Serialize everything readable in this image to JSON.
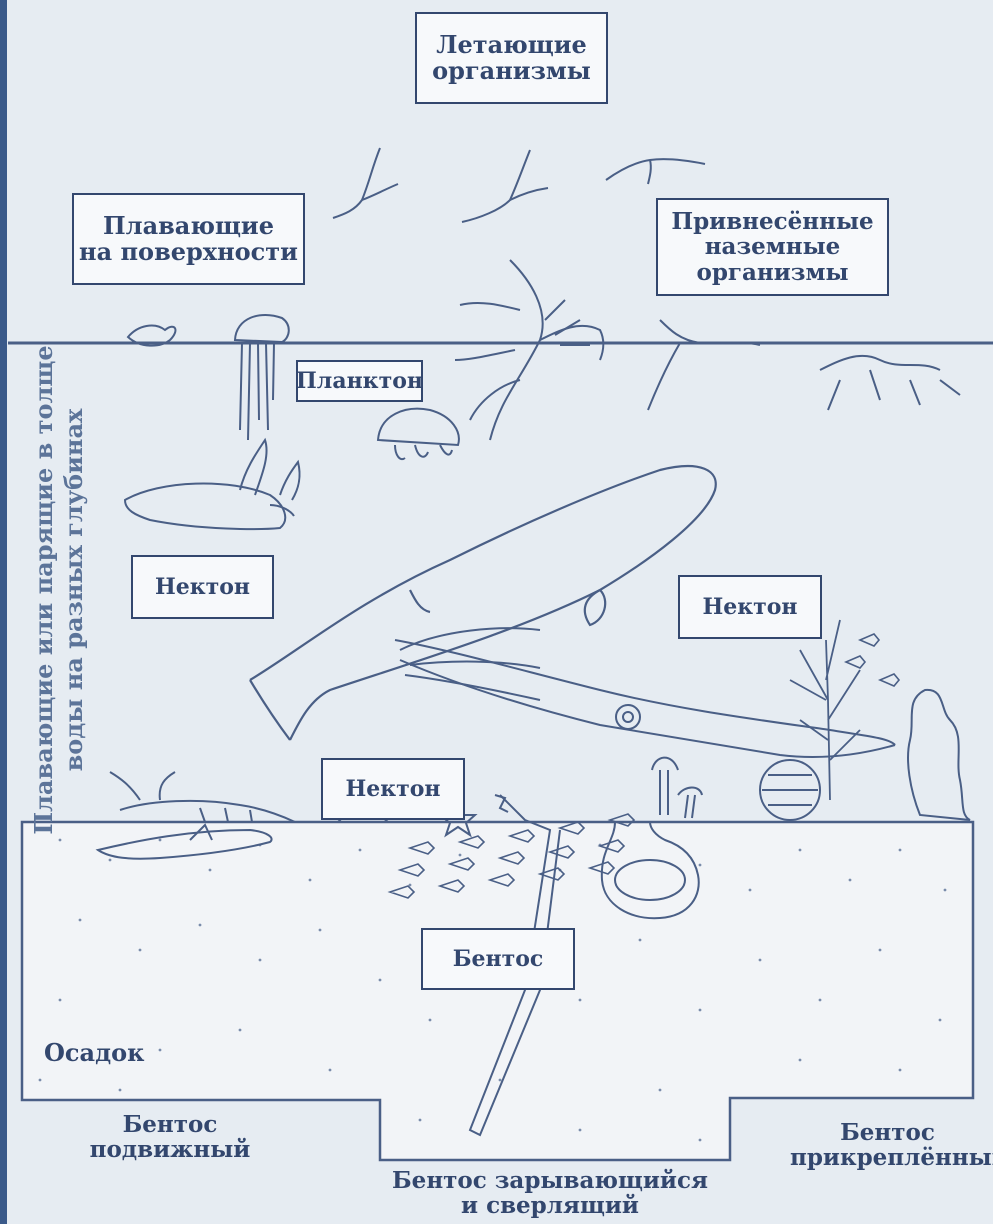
{
  "labels": {
    "flying": [
      "Летающие",
      "организмы"
    ],
    "surface_floating": [
      "Плавающие",
      "на поверхности"
    ],
    "introduced": [
      "Привнесённые",
      "наземные",
      "организмы"
    ],
    "plankton": "Планктон",
    "nekton_left": "Нектон",
    "nekton_right": "Нектон",
    "nekton_center": "Нектон",
    "benthos_box": "Бентос",
    "sediment": "Осадок",
    "benthos_mobile": [
      "Бентос",
      "подвижный"
    ],
    "benthos_burrowing": [
      "Бентос зарывающийся",
      "и сверлящий"
    ],
    "benthos_attached": [
      "Бентос",
      "прикреплённый"
    ],
    "water_column": [
      "Плавающие или парящие в толще",
      "воды на разных глубинах"
    ]
  },
  "colors": {
    "background": "#e6ecf2",
    "ink": "#33476e",
    "drawing": "#4a5f86",
    "sediment": "#f2f4f7"
  },
  "icons": [
    "bird-icon",
    "jellyfish-icon",
    "seaweed-icon",
    "turtle-icon",
    "whale-icon",
    "squid-icon",
    "shark-icon",
    "fish-school-icon",
    "lobster-icon",
    "starfish-icon",
    "worm-tube-icon",
    "coral-icon"
  ]
}
